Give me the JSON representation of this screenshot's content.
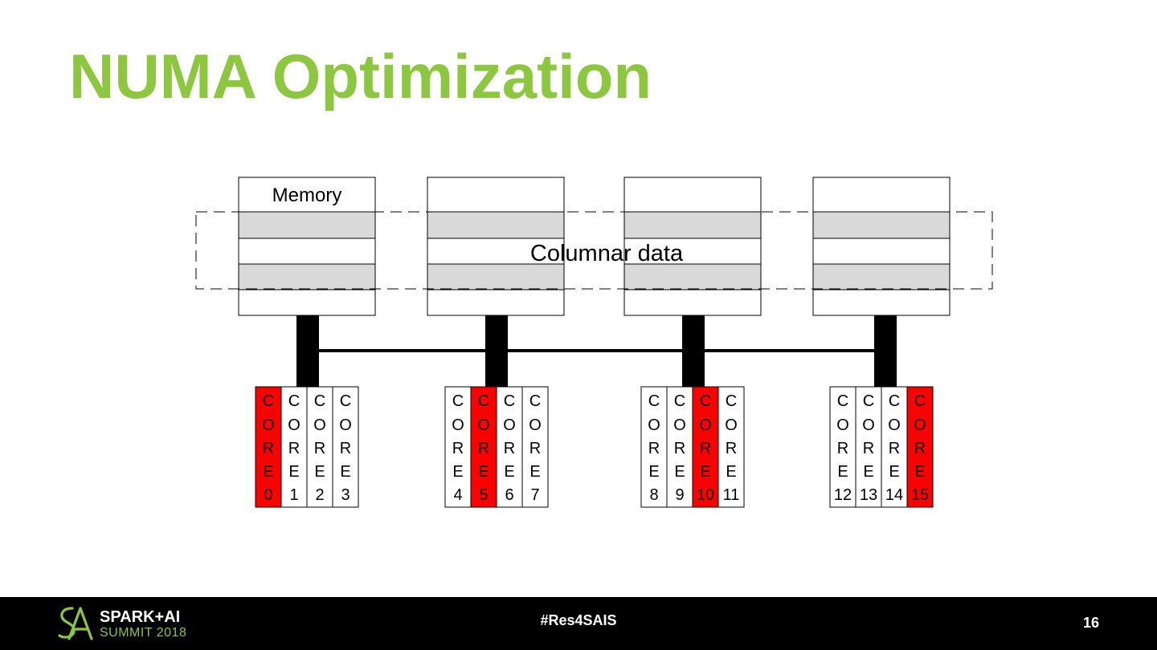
{
  "slide": {
    "title": "NUMA Optimization",
    "title_color": "#8dc63f",
    "page_number": "16"
  },
  "diagram": {
    "memory_label": "Memory",
    "columnar_label": "Columnar data",
    "stripe_color": "#d9d9d9",
    "highlight_color": "#ff0000",
    "core_word": "CORE",
    "memory_bank_count": 4,
    "groups": [
      {
        "cores": [
          {
            "id": "0",
            "highlighted": true
          },
          {
            "id": "1",
            "highlighted": false
          },
          {
            "id": "2",
            "highlighted": false
          },
          {
            "id": "3",
            "highlighted": false
          }
        ]
      },
      {
        "cores": [
          {
            "id": "4",
            "highlighted": false
          },
          {
            "id": "5",
            "highlighted": true
          },
          {
            "id": "6",
            "highlighted": false
          },
          {
            "id": "7",
            "highlighted": false
          }
        ]
      },
      {
        "cores": [
          {
            "id": "8",
            "highlighted": false
          },
          {
            "id": "9",
            "highlighted": false
          },
          {
            "id": "10",
            "highlighted": true
          },
          {
            "id": "11",
            "highlighted": false
          }
        ]
      },
      {
        "cores": [
          {
            "id": "12",
            "highlighted": false
          },
          {
            "id": "13",
            "highlighted": false
          },
          {
            "id": "14",
            "highlighted": false
          },
          {
            "id": "15",
            "highlighted": true
          }
        ]
      }
    ]
  },
  "footer": {
    "hashtag": "#Res4SAIS",
    "logo_line1": "SPARK+AI",
    "logo_line2": "SUMMIT 2018",
    "logo_icon": "spark-ai-logo-icon",
    "logo_color": "#8dc63f"
  }
}
